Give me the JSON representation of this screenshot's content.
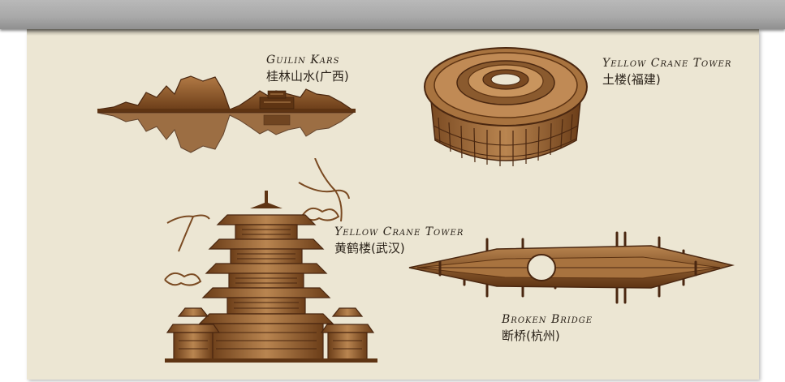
{
  "landmarks": [
    {
      "id": "guilin",
      "name_en": "Guilin Kars",
      "name_zh": "桂林山水(广西)"
    },
    {
      "id": "tulou",
      "name_en": "Yellow Crane Tower",
      "name_zh": "土楼(福建)"
    },
    {
      "id": "crane-tower",
      "name_en": "Yellow Crane Tower",
      "name_zh": "黄鹤楼(武汉)"
    },
    {
      "id": "broken-bridge",
      "name_en": "Broken Bridge",
      "name_zh": "断桥(杭州)"
    }
  ],
  "colors": {
    "panel": "#ece6d3",
    "art_dark": "#5e3413",
    "art_mid": "#8a5a2e",
    "art_light": "#c08a55",
    "text": "#2a2219"
  }
}
